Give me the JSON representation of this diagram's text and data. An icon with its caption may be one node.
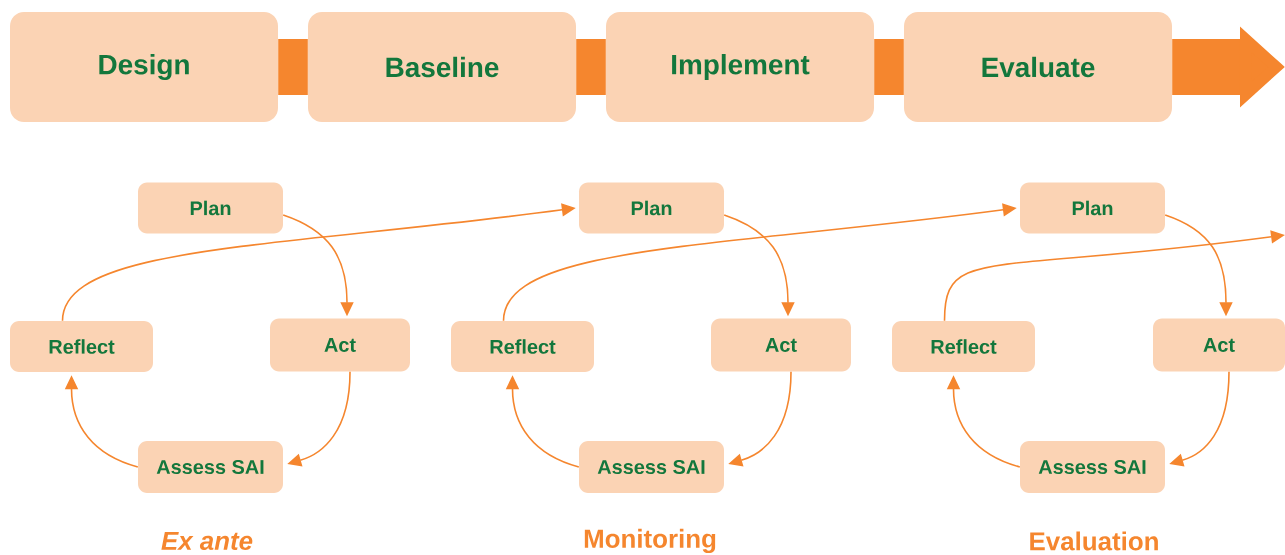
{
  "diagram": {
    "nodes": [
      {
        "text": [
          "Design"
        ]
      },
      {
        "text": [
          "Baseline"
        ]
      },
      {
        "text": [
          "Implement"
        ]
      },
      {
        "text": [
          "Evaluate"
        ]
      },
      {
        "text": [
          "Plan"
        ]
      },
      {
        "text": [
          "Act"
        ]
      },
      {
        "text": [
          "Assess SAI"
        ]
      },
      {
        "text": [
          "Reflect"
        ]
      },
      {
        "text": [
          "Plan"
        ]
      },
      {
        "text": [
          "Act"
        ]
      },
      {
        "text": [
          "Assess SAI"
        ]
      },
      {
        "text": [
          "Reflect"
        ]
      },
      {
        "text": [
          "Plan"
        ]
      },
      {
        "text": [
          "Act"
        ]
      },
      {
        "text": [
          "Assess SAI"
        ]
      },
      {
        "text": [
          "Reflect"
        ]
      }
    ],
    "edges": [
      {
        "from": 0,
        "to": 1,
        "arrow": "none",
        "style": "thick"
      },
      {
        "from": 1,
        "to": 2,
        "arrow": "none",
        "style": "thick"
      },
      {
        "from": 2,
        "to": 3,
        "arrow": "none",
        "style": "thick"
      },
      {
        "from": 3,
        "to": null,
        "arrow": "to",
        "style": "thick"
      },
      {
        "from": 4,
        "to": 5,
        "arrow": "to"
      },
      {
        "from": 5,
        "to": 6,
        "arrow": "to"
      },
      {
        "from": 6,
        "to": 7,
        "arrow": "to"
      },
      {
        "from": 7,
        "to": 8,
        "arrow": "to"
      },
      {
        "from": 8,
        "to": 9,
        "arrow": "to"
      },
      {
        "from": 9,
        "to": 10,
        "arrow": "to"
      },
      {
        "from": 10,
        "to": 11,
        "arrow": "to"
      },
      {
        "from": 11,
        "to": 12,
        "arrow": "to"
      },
      {
        "from": 12,
        "to": 13,
        "arrow": "to"
      },
      {
        "from": 13,
        "to": 14,
        "arrow": "to"
      },
      {
        "from": 14,
        "to": 15,
        "arrow": "to"
      },
      {
        "from": 15,
        "to": null,
        "arrow": "to"
      }
    ],
    "labels": [
      "*Ex ante*",
      "Monitoring",
      "Evaluation"
    ]
  }
}
